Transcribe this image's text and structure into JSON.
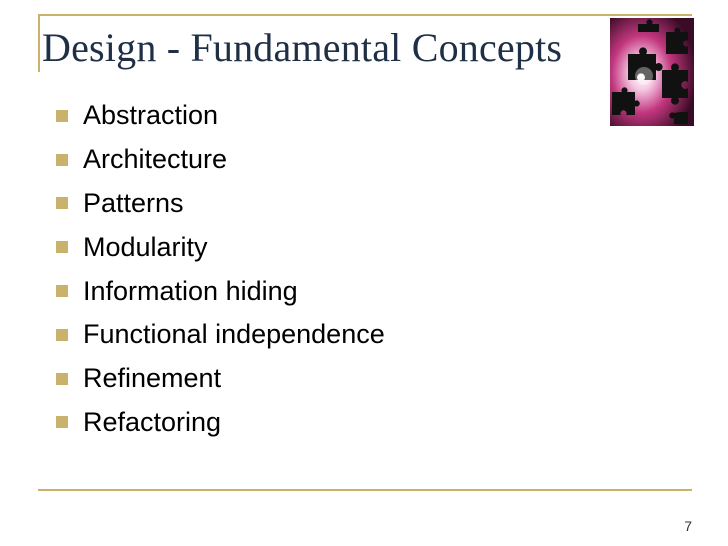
{
  "slide": {
    "title": "Design - Fundamental Concepts",
    "bullets": [
      "Abstraction",
      "Architecture",
      "Patterns",
      "Modularity",
      "Information hiding",
      "Functional independence",
      "Refinement",
      "Refactoring"
    ],
    "slide_number": "7",
    "image_icon": "puzzle-pieces-image",
    "colors": {
      "accent": "#c9b26b",
      "title": "#1f2f46",
      "text": "#000000"
    }
  }
}
